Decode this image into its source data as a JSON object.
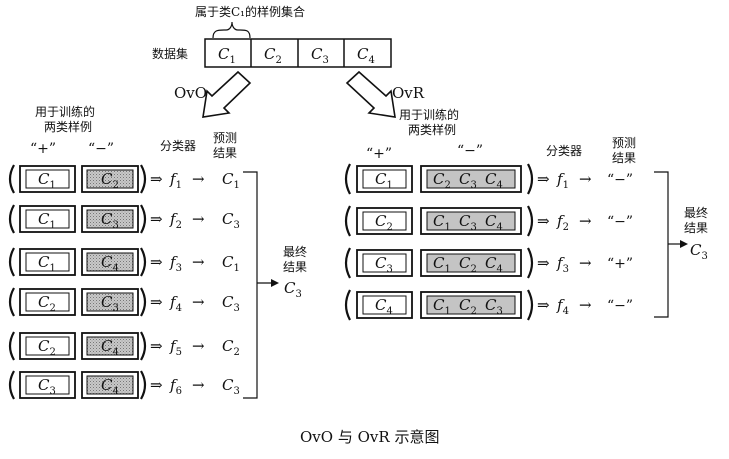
{
  "top": {
    "brace_label": "属于类C₁的样例集合",
    "dataset_label": "数据集",
    "classes": [
      "C",
      "C",
      "C",
      "C"
    ],
    "class_subs": [
      "1",
      "2",
      "3",
      "4"
    ]
  },
  "arrows": {
    "ovo": "OvO",
    "ovr": "OvR"
  },
  "ovo": {
    "pair_label_line1": "用于训练的",
    "pair_label_line2": "两类样例",
    "plus": "“+”",
    "minus": "“−”",
    "classifier_header": "分类器",
    "pred_header_line1": "预测",
    "pred_header_line2": "结果",
    "rows": [
      {
        "pos": "1",
        "neg": "2",
        "f": "1",
        "pred": "1"
      },
      {
        "pos": "1",
        "neg": "3",
        "f": "2",
        "pred": "3"
      },
      {
        "pos": "1",
        "neg": "4",
        "f": "3",
        "pred": "1"
      },
      {
        "pos": "2",
        "neg": "3",
        "f": "4",
        "pred": "3"
      },
      {
        "pos": "2",
        "neg": "4",
        "f": "5",
        "pred": "2"
      },
      {
        "pos": "3",
        "neg": "4",
        "f": "6",
        "pred": "3"
      }
    ],
    "final_line1": "最终",
    "final_line2": "结果",
    "final_class": "C",
    "final_sub": "3"
  },
  "ovr": {
    "pair_label_line1": "用于训练的",
    "pair_label_line2": "两类样例",
    "plus": "“+”",
    "minus": "“−”",
    "classifier_header": "分类器",
    "pred_header_line1": "预测",
    "pred_header_line2": "结果",
    "rows": [
      {
        "pos": "1",
        "neg": [
          "2",
          "3",
          "4"
        ],
        "f": "1",
        "pred": "“−”"
      },
      {
        "pos": "2",
        "neg": [
          "1",
          "3",
          "4"
        ],
        "f": "2",
        "pred": "“−”"
      },
      {
        "pos": "3",
        "neg": [
          "1",
          "2",
          "4"
        ],
        "f": "3",
        "pred": "“+”"
      },
      {
        "pos": "4",
        "neg": [
          "1",
          "2",
          "3"
        ],
        "f": "4",
        "pred": "“−”"
      }
    ],
    "final_line1": "最终",
    "final_line2": "结果",
    "final_class": "C",
    "final_sub": "3"
  },
  "caption": "OvO 与 OvR 示意图"
}
